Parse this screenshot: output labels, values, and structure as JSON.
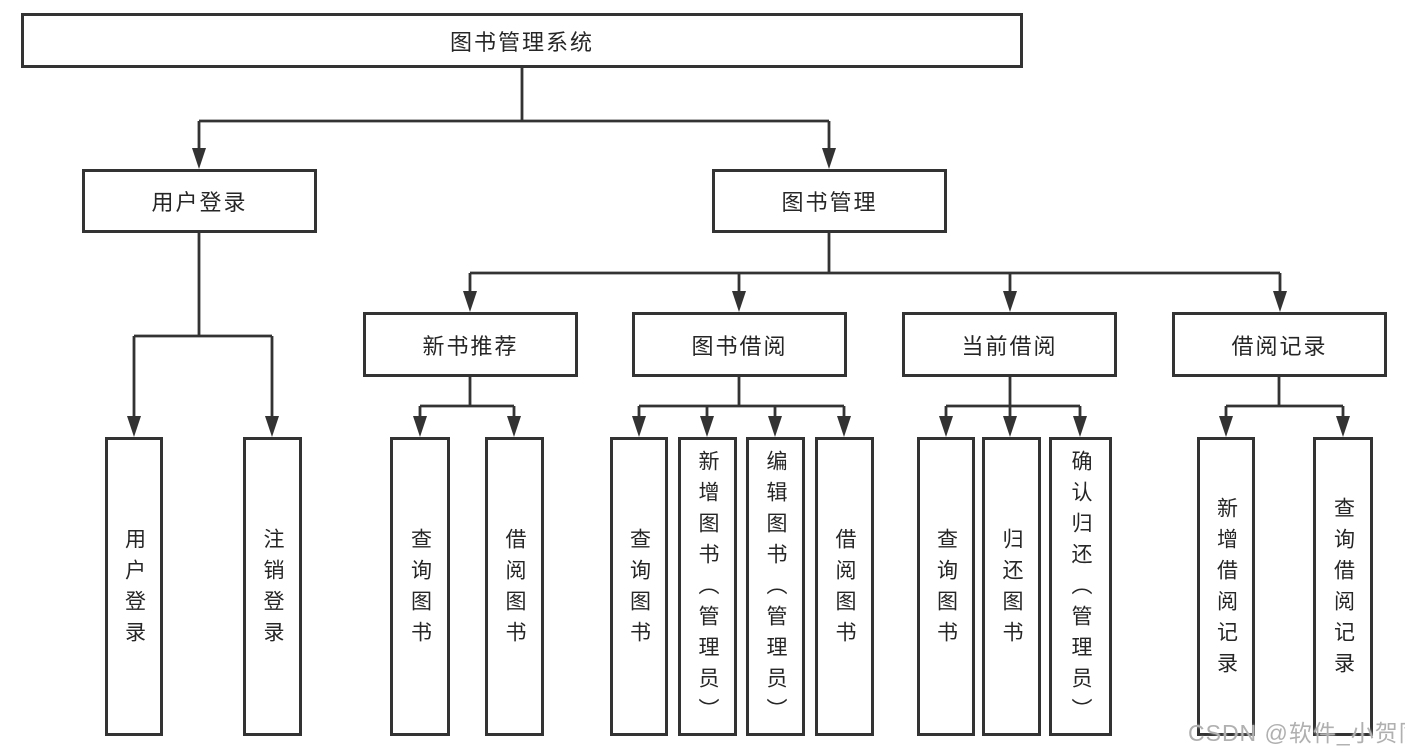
{
  "diagram_type": "hierarchy-tree",
  "colors": {
    "line": "#333333",
    "box_border": "#333333",
    "box_background": "#ffffff",
    "text": "#262626",
    "watermark": "#b0b0b0"
  },
  "tree": {
    "label": "图书管理系统",
    "children": [
      {
        "label": "用户登录",
        "children": [
          {
            "label": "用户登录"
          },
          {
            "label": "注销登录"
          }
        ]
      },
      {
        "label": "图书管理",
        "children": [
          {
            "label": "新书推荐",
            "children": [
              {
                "label": "查询图书"
              },
              {
                "label": "借阅图书"
              }
            ]
          },
          {
            "label": "图书借阅",
            "children": [
              {
                "label": "查询图书"
              },
              {
                "label": "新增图书（管理员）"
              },
              {
                "label": "编辑图书（管理员）"
              },
              {
                "label": "借阅图书"
              }
            ]
          },
          {
            "label": "当前借阅",
            "children": [
              {
                "label": "查询图书"
              },
              {
                "label": "归还图书"
              },
              {
                "label": "确认归还（管理员）"
              }
            ]
          },
          {
            "label": "借阅记录",
            "children": [
              {
                "label": "新增借阅记录"
              },
              {
                "label": "查询借阅记录"
              }
            ]
          }
        ]
      }
    ]
  },
  "watermark": "CSDN @软件_小贺同学"
}
